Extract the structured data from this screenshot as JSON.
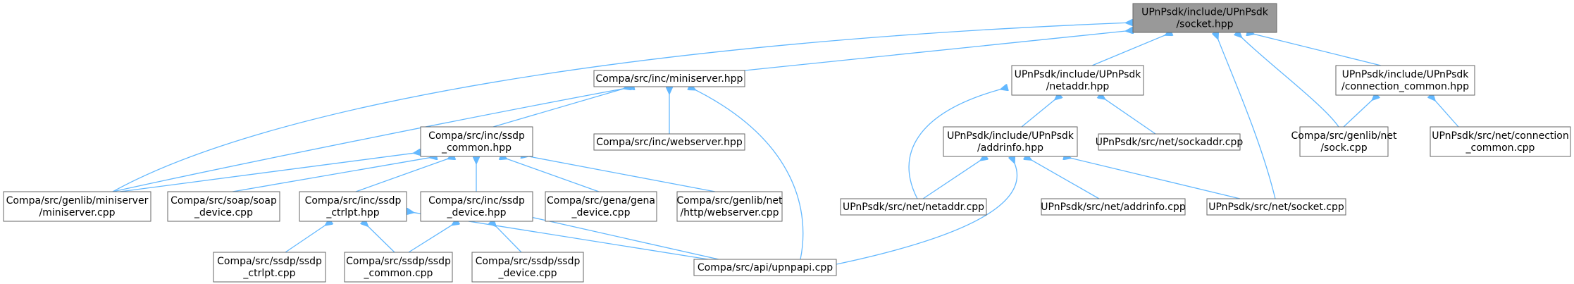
{
  "title": "",
  "colors": {
    "edge": "#63b8ff",
    "root_fill": "#999999",
    "node_stroke": "#666666",
    "node_fill": "#ffffff"
  },
  "nodes": [
    {
      "id": "socket_hpp",
      "lines": [
        "UPnPsdk/include/UPnPsdk",
        "/socket.hpp"
      ],
      "root": true
    },
    {
      "id": "miniserver_hpp",
      "lines": [
        "Compa/src/inc/miniserver.hpp"
      ]
    },
    {
      "id": "netaddr_hpp",
      "lines": [
        "UPnPsdk/include/UPnPsdk",
        "/netaddr.hpp"
      ]
    },
    {
      "id": "connection_common_hpp",
      "lines": [
        "UPnPsdk/include/UPnPsdk",
        "/connection_common.hpp"
      ]
    },
    {
      "id": "ssdp_common_hpp",
      "lines": [
        "Compa/src/inc/ssdp",
        "_common.hpp"
      ]
    },
    {
      "id": "webserver_hpp",
      "lines": [
        "Compa/src/inc/webserver.hpp"
      ]
    },
    {
      "id": "addrinfo_hpp",
      "lines": [
        "UPnPsdk/include/UPnPsdk",
        "/addrinfo.hpp"
      ]
    },
    {
      "id": "sockaddr_cpp",
      "lines": [
        "UPnPsdk/src/net/sockaddr.cpp"
      ]
    },
    {
      "id": "sock_cpp",
      "lines": [
        "Compa/src/genlib/net",
        "/sock.cpp"
      ]
    },
    {
      "id": "connection_common_cpp",
      "lines": [
        "UPnPsdk/src/net/connection",
        "_common.cpp"
      ]
    },
    {
      "id": "miniserver_cpp",
      "lines": [
        "Compa/src/genlib/miniserver",
        "/miniserver.cpp"
      ]
    },
    {
      "id": "soap_device_cpp",
      "lines": [
        "Compa/src/soap/soap",
        "_device.cpp"
      ]
    },
    {
      "id": "ssdp_ctrlpt_hpp",
      "lines": [
        "Compa/src/inc/ssdp",
        "_ctrlpt.hpp"
      ]
    },
    {
      "id": "ssdp_device_hpp",
      "lines": [
        "Compa/src/inc/ssdp",
        "_device.hpp"
      ]
    },
    {
      "id": "gena_device_cpp",
      "lines": [
        "Compa/src/gena/gena",
        "_device.cpp"
      ]
    },
    {
      "id": "webserver_cpp",
      "lines": [
        "Compa/src/genlib/net",
        "/http/webserver.cpp"
      ]
    },
    {
      "id": "netaddr_cpp",
      "lines": [
        "UPnPsdk/src/net/netaddr.cpp"
      ]
    },
    {
      "id": "addrinfo_cpp",
      "lines": [
        "UPnPsdk/src/net/addrinfo.cpp"
      ]
    },
    {
      "id": "socket_cpp",
      "lines": [
        "UPnPsdk/src/net/socket.cpp"
      ]
    },
    {
      "id": "ssdp_ctrlpt_cpp",
      "lines": [
        "Compa/src/ssdp/ssdp",
        "_ctrlpt.cpp"
      ]
    },
    {
      "id": "ssdp_common_cpp",
      "lines": [
        "Compa/src/ssdp/ssdp",
        "_common.cpp"
      ]
    },
    {
      "id": "ssdp_device_cpp",
      "lines": [
        "Compa/src/ssdp/ssdp",
        "_device.cpp"
      ]
    },
    {
      "id": "upnpapi_cpp",
      "lines": [
        "Compa/src/api/upnpapi.cpp"
      ]
    }
  ],
  "edges": [
    {
      "from": "miniserver_hpp",
      "to": "socket_hpp"
    },
    {
      "from": "netaddr_hpp",
      "to": "socket_hpp"
    },
    {
      "from": "connection_common_hpp",
      "to": "socket_hpp"
    },
    {
      "from": "miniserver_cpp",
      "to": "socket_hpp"
    },
    {
      "from": "sock_cpp",
      "to": "socket_hpp"
    },
    {
      "from": "socket_cpp",
      "to": "socket_hpp"
    },
    {
      "from": "ssdp_common_hpp",
      "to": "miniserver_hpp"
    },
    {
      "from": "webserver_hpp",
      "to": "miniserver_hpp"
    },
    {
      "from": "miniserver_cpp",
      "to": "miniserver_hpp"
    },
    {
      "from": "upnpapi_cpp",
      "to": "miniserver_hpp"
    },
    {
      "from": "addrinfo_hpp",
      "to": "netaddr_hpp"
    },
    {
      "from": "sockaddr_cpp",
      "to": "netaddr_hpp"
    },
    {
      "from": "netaddr_cpp",
      "to": "netaddr_hpp"
    },
    {
      "from": "sock_cpp",
      "to": "connection_common_hpp"
    },
    {
      "from": "connection_common_cpp",
      "to": "connection_common_hpp"
    },
    {
      "from": "miniserver_cpp",
      "to": "ssdp_common_hpp"
    },
    {
      "from": "soap_device_cpp",
      "to": "ssdp_common_hpp"
    },
    {
      "from": "ssdp_ctrlpt_hpp",
      "to": "ssdp_common_hpp"
    },
    {
      "from": "ssdp_device_hpp",
      "to": "ssdp_common_hpp"
    },
    {
      "from": "gena_device_cpp",
      "to": "ssdp_common_hpp"
    },
    {
      "from": "webserver_cpp",
      "to": "ssdp_common_hpp"
    },
    {
      "from": "netaddr_cpp",
      "to": "addrinfo_hpp"
    },
    {
      "from": "addrinfo_cpp",
      "to": "addrinfo_hpp"
    },
    {
      "from": "socket_cpp",
      "to": "addrinfo_hpp"
    },
    {
      "from": "upnpapi_cpp",
      "to": "addrinfo_hpp"
    },
    {
      "from": "ssdp_ctrlpt_cpp",
      "to": "ssdp_ctrlpt_hpp"
    },
    {
      "from": "ssdp_common_cpp",
      "to": "ssdp_ctrlpt_hpp"
    },
    {
      "from": "upnpapi_cpp",
      "to": "ssdp_ctrlpt_hpp"
    },
    {
      "from": "ssdp_common_cpp",
      "to": "ssdp_device_hpp"
    },
    {
      "from": "ssdp_device_cpp",
      "to": "ssdp_device_hpp"
    },
    {
      "from": "upnpapi_cpp",
      "to": "ssdp_device_hpp"
    }
  ]
}
